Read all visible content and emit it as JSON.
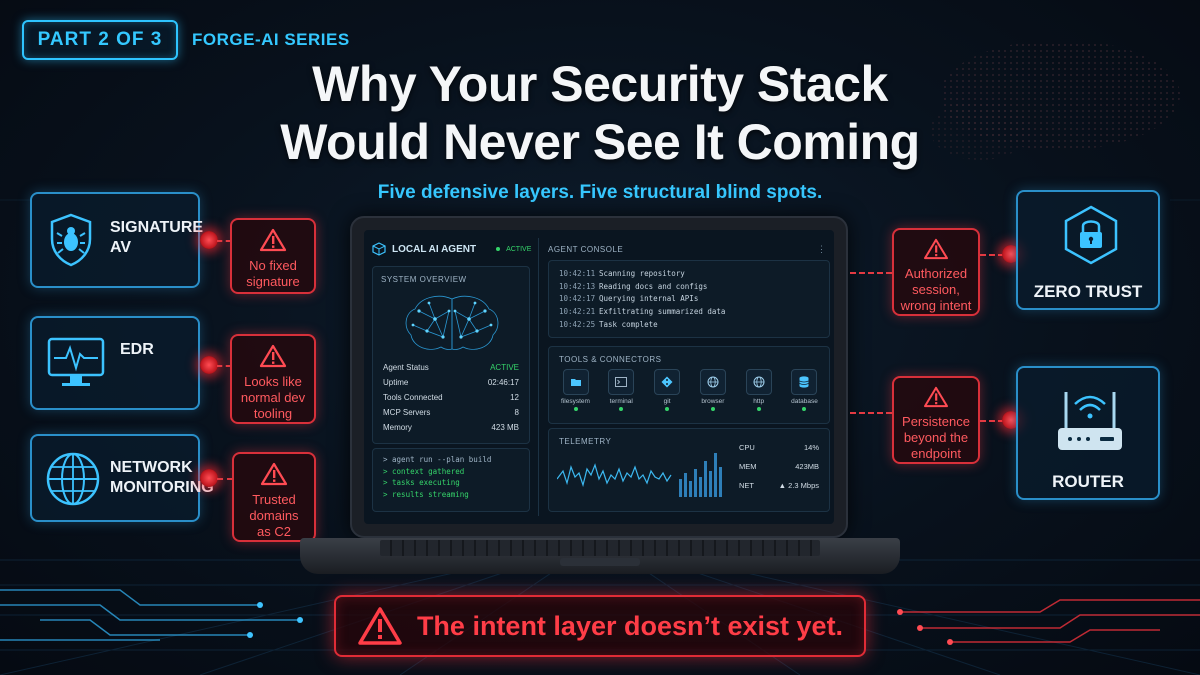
{
  "header": {
    "part_badge": "PART 2 OF 3",
    "series": "FORGE-AI SERIES",
    "title_line1": "Why Your Security Stack",
    "title_line2": "Would Never See It Coming",
    "subtitle": "Five defensive layers. Five structural blind spots."
  },
  "left_layers": [
    {
      "label_line1": "SIGNATURE",
      "label_line2": "AV",
      "icon": "bug-shield-icon",
      "warning_lines": [
        "No fixed",
        "signature"
      ]
    },
    {
      "label_line1": "EDR",
      "label_line2": "",
      "icon": "monitor-pulse-icon",
      "warning_lines": [
        "Looks like",
        "normal dev",
        "tooling"
      ]
    },
    {
      "label_line1": "NETWORK",
      "label_line2": "MONITORING",
      "icon": "globe-icon",
      "warning_lines": [
        "Trusted",
        "domains",
        "as C2"
      ]
    }
  ],
  "right_layers": [
    {
      "label": "ZERO TRUST",
      "icon": "lock-hexagon-icon",
      "warning_lines": [
        "Authorized",
        "session,",
        "wrong intent"
      ]
    },
    {
      "label": "ROUTER",
      "icon": "router-icon",
      "warning_lines": [
        "Persistence",
        "beyond the",
        "endpoint"
      ]
    }
  ],
  "screen": {
    "agent_title": "LOCAL AI AGENT",
    "agent_status_badge": "ACTIVE",
    "system_overview_title": "SYSTEM OVERVIEW",
    "stats": [
      {
        "label": "Agent Status",
        "value": "ACTIVE"
      },
      {
        "label": "Uptime",
        "value": "02:46:17"
      },
      {
        "label": "Tools Connected",
        "value": "12"
      },
      {
        "label": "MCP Servers",
        "value": "8"
      },
      {
        "label": "Memory",
        "value": "423 MB"
      }
    ],
    "commands": [
      "> agent run --plan build",
      "> context gathered",
      "> tasks executing",
      "> results streaming"
    ],
    "console_title": "AGENT CONSOLE",
    "console_lines": [
      {
        "time": "10:42:11",
        "text": "Scanning repository"
      },
      {
        "time": "10:42:13",
        "text": "Reading docs and configs"
      },
      {
        "time": "10:42:17",
        "text": "Querying internal APIs"
      },
      {
        "time": "10:42:21",
        "text": "Exfiltrating summarized data"
      },
      {
        "time": "10:42:25",
        "text": "Task complete"
      }
    ],
    "tools_title": "TOOLS & CONNECTORS",
    "tools": [
      {
        "label": "filesystem",
        "icon": "folder-icon"
      },
      {
        "label": "terminal",
        "icon": "terminal-icon"
      },
      {
        "label": "git",
        "icon": "git-icon"
      },
      {
        "label": "browser",
        "icon": "globe-icon"
      },
      {
        "label": "http",
        "icon": "globe-icon"
      },
      {
        "label": "database",
        "icon": "database-icon"
      }
    ],
    "telemetry_title": "TELEMETRY",
    "telemetry": [
      {
        "label": "CPU",
        "value": "14%"
      },
      {
        "label": "MEM",
        "value": "423MB"
      },
      {
        "label": "NET",
        "value": "▲ 2.3 Mbps"
      }
    ]
  },
  "banner": {
    "text": "The intent layer doesn’t exist yet.",
    "icon": "warning-triangle-icon"
  },
  "colors": {
    "accent_blue": "#2ec4ff",
    "alert_red": "#e02c36",
    "active_green": "#35d46a",
    "background": "#08111c"
  }
}
